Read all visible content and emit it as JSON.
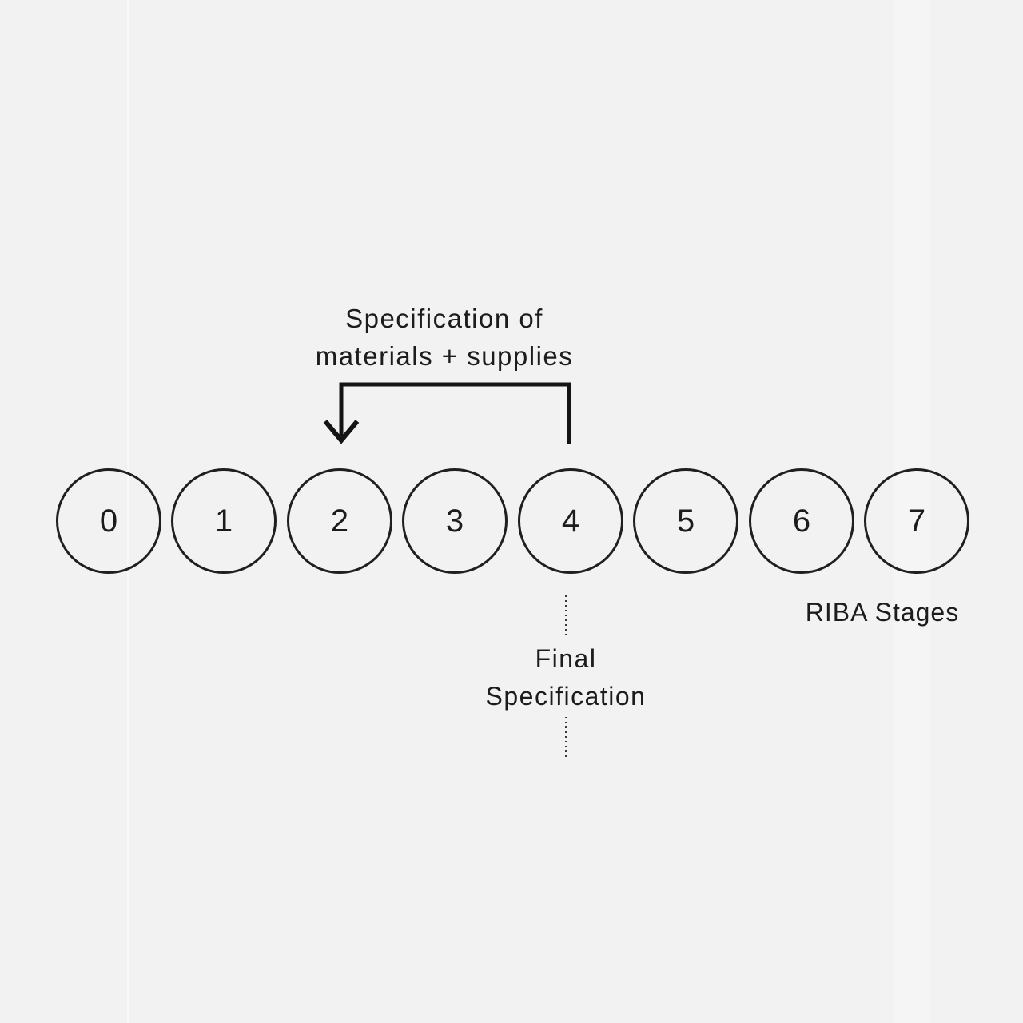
{
  "annotation_top": {
    "line1": "Specification of",
    "line2": "materials + supplies"
  },
  "stages": {
    "title": "RIBA Stages",
    "items": [
      "0",
      "1",
      "2",
      "3",
      "4",
      "5",
      "6",
      "7"
    ]
  },
  "annotation_bottom": {
    "line1": "Final",
    "line2": "Specification"
  },
  "colors": {
    "background": "#f1f2f1",
    "line": "#141414",
    "text": "#1c1c1c"
  }
}
